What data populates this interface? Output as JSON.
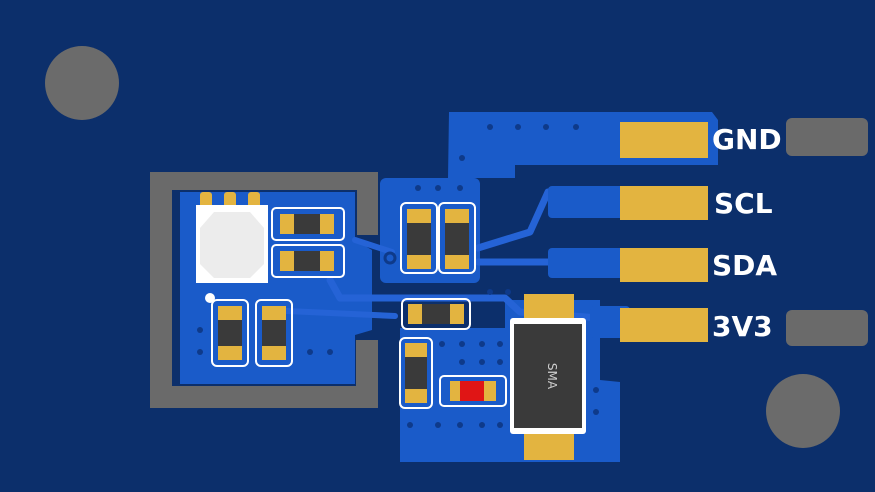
{
  "board": {
    "colors": {
      "substrate": "#0c2f6b",
      "copper_pour": "#1a5bc9",
      "copper_pour_light": "#2a6fdc",
      "trace": "#2563d6",
      "via": "#0e3a8a",
      "gold_pad": "#e3b440",
      "silk": "#ffffff",
      "mount_hole": "#6b6b6b",
      "keepout": "#6a6a6a",
      "led": "#e01515"
    },
    "pins": [
      {
        "label": "GND"
      },
      {
        "label": "SCL"
      },
      {
        "label": "SDA"
      },
      {
        "label": "3V3"
      }
    ],
    "diode_package": "SMA"
  }
}
